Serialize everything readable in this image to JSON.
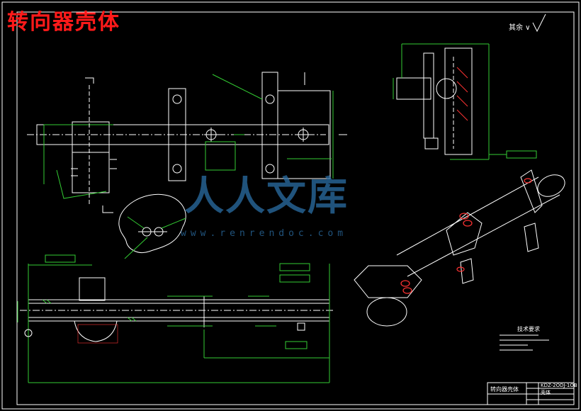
{
  "document": {
    "title": "转向器壳体",
    "colors": {
      "background": "#000000",
      "lines": "#ffffff",
      "dimensions": "#33cc33",
      "hatch": "#ff3333",
      "title": "#ff1a1a"
    }
  },
  "annotations": {
    "roughness_note": "其余 ∨",
    "tech_requirements_title": "技术要求"
  },
  "title_block": {
    "drawing_name": "转向器壳体",
    "code": "KDZ-2ODJ-1OB",
    "part_name": "壳体"
  },
  "watermark": {
    "brand": "人人文库",
    "url": "www.renrendoc.com"
  }
}
